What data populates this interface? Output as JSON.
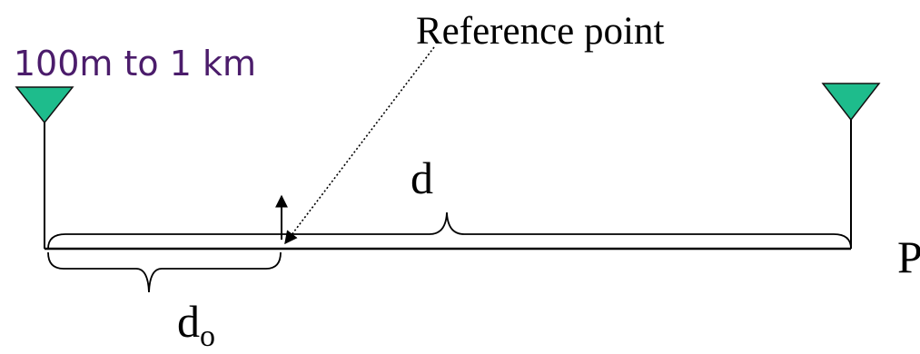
{
  "slide": {
    "top_fragment": "m",
    "range_line": ": 100m to 1 km"
  },
  "diagram": {
    "reference_label": "Reference point",
    "distance_label": "d",
    "reference_distance_label": "d",
    "reference_distance_subscript": "o",
    "edge_label": "P"
  },
  "colors": {
    "antenna_fill": "#1ebc8c",
    "slide_text": "#4b1c6b",
    "line": "#000000"
  },
  "icons": {
    "transmitter": "antenna-triangle-icon",
    "receiver": "antenna-triangle-icon",
    "reference_marker": "up-arrow-icon"
  }
}
